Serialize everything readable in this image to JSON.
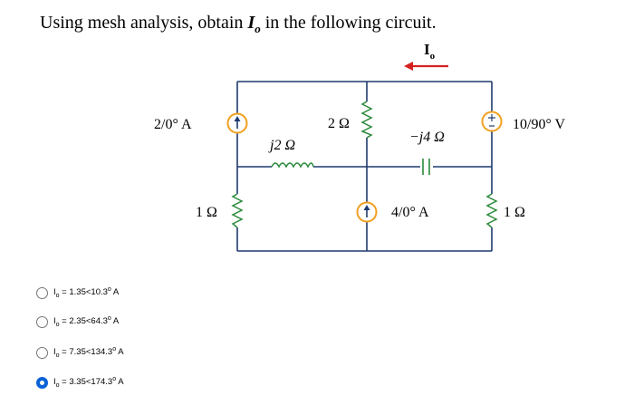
{
  "question": {
    "prefix": "Using mesh analysis, obtain ",
    "var_main": "I",
    "var_sub": "o",
    "suffix": " in the following circuit."
  },
  "circuit": {
    "io_label": "I",
    "io_sub": "o",
    "current_source_left": "2/0° A",
    "resistor_top": "2 Ω",
    "inductor": "j2 Ω",
    "capacitor": "−j4 Ω",
    "voltage_source": "10/90° V",
    "resistor_left": "1 Ω",
    "current_source_mid": "4/0° A",
    "resistor_right": "1 Ω",
    "wire_color": "#1e3a6e",
    "source_color": "#f0a020",
    "arrow_color": "#d62020"
  },
  "options": [
    {
      "pre": "I",
      "sub": "o",
      "val": " = 1.35<10.3",
      "deg": "o",
      "unit": " A",
      "selected": false
    },
    {
      "pre": "I",
      "sub": "o",
      "val": " = 2.35<64.3",
      "deg": "o",
      "unit": " A",
      "selected": false
    },
    {
      "pre": "I",
      "sub": "o",
      "val": " = 7.35<134.3",
      "deg": "o",
      "unit": " A",
      "selected": false
    },
    {
      "pre": "I",
      "sub": "o",
      "val": " = 3.35<174.3",
      "deg": "o",
      "unit": " A",
      "selected": true
    }
  ]
}
